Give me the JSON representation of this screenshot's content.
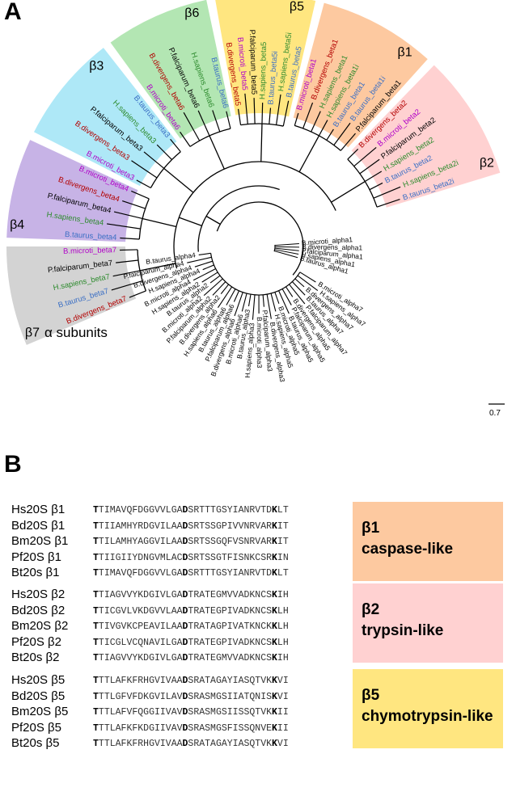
{
  "panel_a": {
    "letter": "A",
    "alpha_label": "α subunits",
    "scale_label": "0.7",
    "sectors": [
      {
        "label": "β7",
        "color": "#d3d3d3",
        "leaves": [
          {
            "text": "B.divergens_beta7",
            "color": "#b30000"
          },
          {
            "text": "B.taurus_beta7",
            "color": "#3b6fc4"
          },
          {
            "text": "H.sapiens_beta7",
            "color": "#2e8b2e"
          },
          {
            "text": "P.falciparum_beta7",
            "color": "#000000"
          },
          {
            "text": "B.microti_beta7",
            "color": "#b000c8"
          }
        ]
      },
      {
        "label": "β4",
        "color": "#c7b3e6",
        "leaves": [
          {
            "text": "B.taurus_beta4",
            "color": "#3b6fc4"
          },
          {
            "text": "H.sapiens_beta4",
            "color": "#2e8b2e"
          },
          {
            "text": "P.falciparum_beta4",
            "color": "#000000"
          },
          {
            "text": "B.divergens_beta4",
            "color": "#b30000"
          },
          {
            "text": "B.microti_beta4",
            "color": "#b000c8"
          }
        ]
      },
      {
        "label": "β3",
        "color": "#aee8f7",
        "leaves": [
          {
            "text": "B.microti_beta3",
            "color": "#b000c8"
          },
          {
            "text": "B.divergens_beta3",
            "color": "#b30000"
          },
          {
            "text": "P.falciparum_beta3",
            "color": "#000000"
          },
          {
            "text": "H.sapiens_beta3",
            "color": "#2e8b2e"
          },
          {
            "text": "B.taurus_beta3",
            "color": "#3b6fc4"
          }
        ]
      },
      {
        "label": "β6",
        "color": "#b3e6b3",
        "leaves": [
          {
            "text": "B.microti_beta6",
            "color": "#b000c8"
          },
          {
            "text": "B.divergens_beta6",
            "color": "#b30000"
          },
          {
            "text": "P.falciparum_beta6",
            "color": "#000000"
          },
          {
            "text": "H.sapiens_beta6",
            "color": "#2e8b2e"
          },
          {
            "text": "B.taurus_beta6",
            "color": "#3b6fc4"
          }
        ]
      },
      {
        "label": "β5",
        "color": "#ffe680",
        "leaves": [
          {
            "text": "B.divergens_beta5",
            "color": "#b30000"
          },
          {
            "text": "B.microti_beta5",
            "color": "#b000c8"
          },
          {
            "text": "P.falciparum_beta5",
            "color": "#000000"
          },
          {
            "text": "H.sapiens_beta5",
            "color": "#2e8b2e"
          },
          {
            "text": "B.taurus_beta5i",
            "color": "#3b6fc4"
          },
          {
            "text": "H.sapiens_beta5i",
            "color": "#2e8b2e"
          },
          {
            "text": "B.taurus_beta5",
            "color": "#3b6fc4"
          }
        ]
      },
      {
        "label": "β1",
        "color": "#fdc9a0",
        "leaves": [
          {
            "text": "B.microti_beta1",
            "color": "#b000c8"
          },
          {
            "text": "B.divergens_beta1",
            "color": "#b30000"
          },
          {
            "text": "H.sapiens_beta1",
            "color": "#2e8b2e"
          },
          {
            "text": "H.sapiens_beta1i",
            "color": "#2e8b2e"
          },
          {
            "text": "B.taurus_beta1",
            "color": "#3b6fc4"
          },
          {
            "text": "B.taurus_beta1i",
            "color": "#3b6fc4"
          },
          {
            "text": "P.falciparum_beta1",
            "color": "#000000"
          }
        ]
      },
      {
        "label": "β2",
        "color": "#ffd1d1",
        "leaves": [
          {
            "text": "B.divergens_beta2",
            "color": "#b30000"
          },
          {
            "text": "B.microti_beta2",
            "color": "#b000c8"
          },
          {
            "text": "P.falciparum_beta2",
            "color": "#000000"
          },
          {
            "text": "H.sapiens_beta2",
            "color": "#2e8b2e"
          },
          {
            "text": "B.taurus_beta2",
            "color": "#3b6fc4"
          },
          {
            "text": "H.sapiens_beta2i",
            "color": "#2e8b2e"
          },
          {
            "text": "B.taurus_beta2i",
            "color": "#3b6fc4"
          }
        ]
      }
    ],
    "alpha_leaves_left": [
      "B.taurus_alpha4",
      "P.falciparum_alpha4",
      "B.divergens_alpha4",
      "H.sapiens_alpha4",
      "B.microti_alpha4",
      "H.sapiens_alpha2",
      "B.taurus_alpha2",
      "B.microti_alpha2",
      "P.falciparum_alpha2",
      "B.divergens_alpha2",
      "H.sapiens_alpha6",
      "B.taurus_alpha6",
      "P.falciparum_alpha6",
      "B.divergens_alpha6",
      "B.microti_alpha6",
      "B.taurus_alpha3",
      "H.sapiens_alpha3",
      "B.microti_alpha3",
      "P.falciparum_alpha3",
      "B.divergens_alpha3",
      "H.sapiens_alpha5",
      "B.microti_alpha5",
      "B.taurus_alpha5",
      "P.falciparum_alpha5",
      "B.divergens_alpha5",
      "P.falciparum_alpha7",
      "B.taurus_alpha7",
      "B.divergens_alpha7",
      "H.sapiens_alpha7",
      "B.microti_alpha7"
    ],
    "alpha_leaves_top": [
      "B.microti_alpha1",
      "B.divergens_alpha1",
      "P.falciparum_alpha1",
      "H.sapiens_alpha1",
      "B.taurus_alpha1"
    ]
  },
  "panel_b": {
    "letter": "B",
    "groups": [
      {
        "label_line1": "β1",
        "label_line2": "caspase-like",
        "color": "#fdc9a0",
        "rows": [
          {
            "name": "Hs20S β1",
            "seq": "TTIMAVQFDGGVVLGADSRTTTGSYIANRVTDKLT"
          },
          {
            "name": "Bd20S β1",
            "seq": "TTIIAMHYRDGVILAADSRTSSGPIVVNRVARKIT"
          },
          {
            "name": "Bm20S β1",
            "seq": "TTILAMHYAGGVILAADSRTSSGQFVSNRVARKIT"
          },
          {
            "name": "Pf20S β1",
            "seq": "TTIIGIIYDNGVMLACDSRTSSGTFISNKCSRKIN"
          },
          {
            "name": "Bt20s β1",
            "seq": "TTIMAVQFDGGVVLGADSRTTTGSYIANRVTDKLT"
          }
        ]
      },
      {
        "label_line1": "β2",
        "label_line2": "trypsin-like",
        "color": "#ffd1d1",
        "rows": [
          {
            "name": "Hs20S β2",
            "seq": "TTIAGVVYKDGIVLGADTRATEGMVVADKNCSKIH"
          },
          {
            "name": "Bd20S β2",
            "seq": "TTICGVLVKDGVVLAADTRATEGPIVADKNCSKLH"
          },
          {
            "name": "Bm20S β2",
            "seq": "TTIVGVKCPEAVILAADTRATAGPIVATKNCKKLH"
          },
          {
            "name": "Pf20S β2",
            "seq": "TTICGLVCQNAVILGADTRATEGPIVADKNCSKLH"
          },
          {
            "name": "Bt20s β2",
            "seq": "TTIAGVVYKDGIVLGADTRATEGMVVADKNCSKIH"
          }
        ]
      },
      {
        "label_line1": "β5",
        "label_line2": "chymotrypsin-like",
        "color": "#ffe680",
        "rows": [
          {
            "name": "Hs20S β5",
            "seq": "TTTLAFKFRHGVIVAADSRATAGAYIASQTVKKVI"
          },
          {
            "name": "Bd20S β5",
            "seq": "TTTLGFVFDKGVILAVDSRASMGSIIATQNISKVI"
          },
          {
            "name": "Bm20S β5",
            "seq": "TTTLAFVFQGGIIVAVDSRASMGSIISSQTVKKII"
          },
          {
            "name": "Pf20S β5",
            "seq": "TTTLAFKFKDGIIVAVDSRASMGSFISSQNVEKII"
          },
          {
            "name": "Bt20s β5",
            "seq": "TTTLAFKFRHGVIVAADSRATAGAYIASQTVKKVI"
          }
        ]
      }
    ]
  }
}
